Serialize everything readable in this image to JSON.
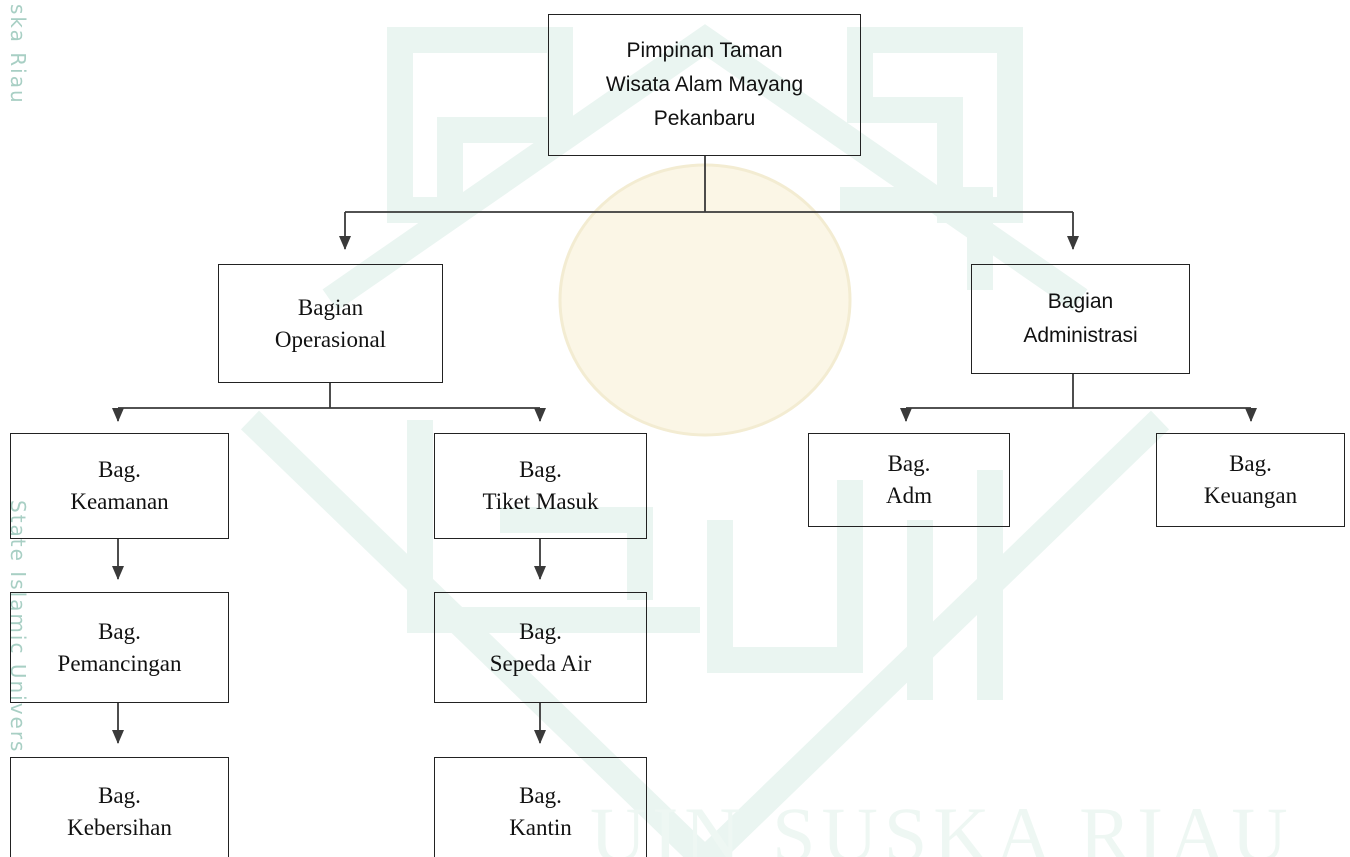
{
  "watermark": {
    "side_top": "ska Riau",
    "side_mid": "State Islamic Univers",
    "bottom": "UIN SUSKA RIAU"
  },
  "org": {
    "root": {
      "line1": "Pimpinan Taman",
      "line2": "Wisata Alam Mayang",
      "line3": "Pekanbaru"
    },
    "operasional": {
      "line1": "Bagian",
      "line2": "Operasional"
    },
    "administrasi": {
      "line1": "Bagian",
      "line2": "Administrasi"
    },
    "keamanan": {
      "line1": "Bag.",
      "line2": "Keamanan"
    },
    "pemancingan": {
      "line1": "Bag.",
      "line2": "Pemancingan"
    },
    "kebersihan": {
      "line1": "Bag.",
      "line2": "Kebersihan"
    },
    "tiket": {
      "line1": "Bag.",
      "line2": "Tiket Masuk"
    },
    "sepeda": {
      "line1": "Bag.",
      "line2": "Sepeda Air"
    },
    "kantin": {
      "line1": "Bag.",
      "line2": "Kantin"
    },
    "adm": {
      "line1": "Bag.",
      "line2": "Adm"
    },
    "keuangan": {
      "line1": "Bag.",
      "line2": "Keuangan"
    }
  },
  "colors": {
    "line": "#3a3a3a",
    "watermark": "#dcefe8",
    "side_text": "#a8cfc4"
  }
}
